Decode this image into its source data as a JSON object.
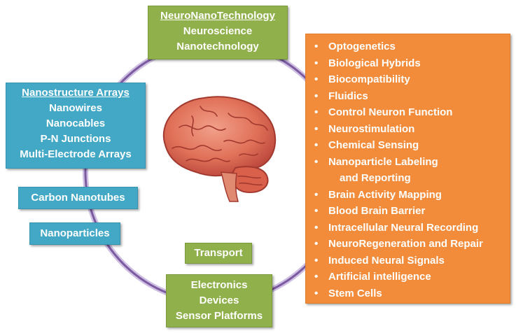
{
  "diagram": {
    "neuro_box": {
      "title": "NeuroNanoTechnology",
      "lines": [
        "Neuroscience",
        "Nanotechnology"
      ]
    },
    "nanostructure_box": {
      "title": "Nanostructure Arrays",
      "lines": [
        "Nanowires",
        "Nanocables",
        "P-N Junctions",
        "Multi-Electrode Arrays"
      ]
    },
    "carbon_box": {
      "label": "Carbon Nanotubes"
    },
    "nanoparticles_box": {
      "label": "Nanoparticles"
    },
    "transport_box": {
      "label": "Transport"
    },
    "electronics_box": {
      "lines": [
        "Electronics",
        "Devices",
        "Sensor Platforms"
      ]
    },
    "applications": {
      "bullet": "•",
      "items": [
        "Optogenetics",
        "Biological Hybrids",
        "Biocompatibility",
        "Fluidics",
        "Control Neuron Function",
        "Neurostimulation",
        "Chemical Sensing",
        "Nanoparticle Labeling",
        "Brain Activity Mapping",
        "Blood Brain Barrier",
        "Intracellular Neural Recording",
        "NeuroRegeneration and Repair",
        "Induced Neural Signals",
        "Artificial intelligence",
        "Stem Cells"
      ],
      "labeling_continuation": "and Reporting"
    },
    "colors": {
      "green": "#8fb04a",
      "blue": "#43a8c6",
      "orange": "#f28c3a",
      "ring": "#7b5aa0",
      "brain": "#d9604a"
    },
    "center_image": "brain-illustration"
  }
}
